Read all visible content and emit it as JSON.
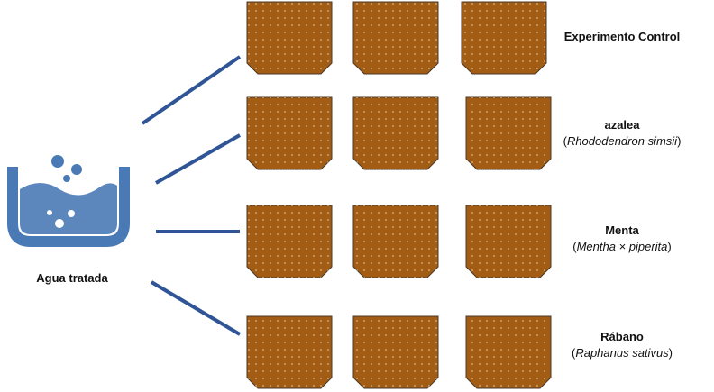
{
  "source": {
    "label": "Agua tratada",
    "icon": "water-beaker-icon",
    "colors": {
      "vessel": "#4a7ab5",
      "bubbles": "#4a7ab5"
    }
  },
  "colors": {
    "pot_fill": "#a35c14",
    "pot_stroke": "#4a3a2a",
    "pot_dots": "#d9b98a",
    "connector": "#2f5597"
  },
  "rows": [
    {
      "name": "Experimento Control",
      "scientific": ""
    },
    {
      "name": "azalea",
      "scientific": "Rhododendron simsii"
    },
    {
      "name": "Menta",
      "scientific": "Mentha × piperita"
    },
    {
      "name": "Rábano",
      "scientific": "Raphanus sativus"
    }
  ]
}
